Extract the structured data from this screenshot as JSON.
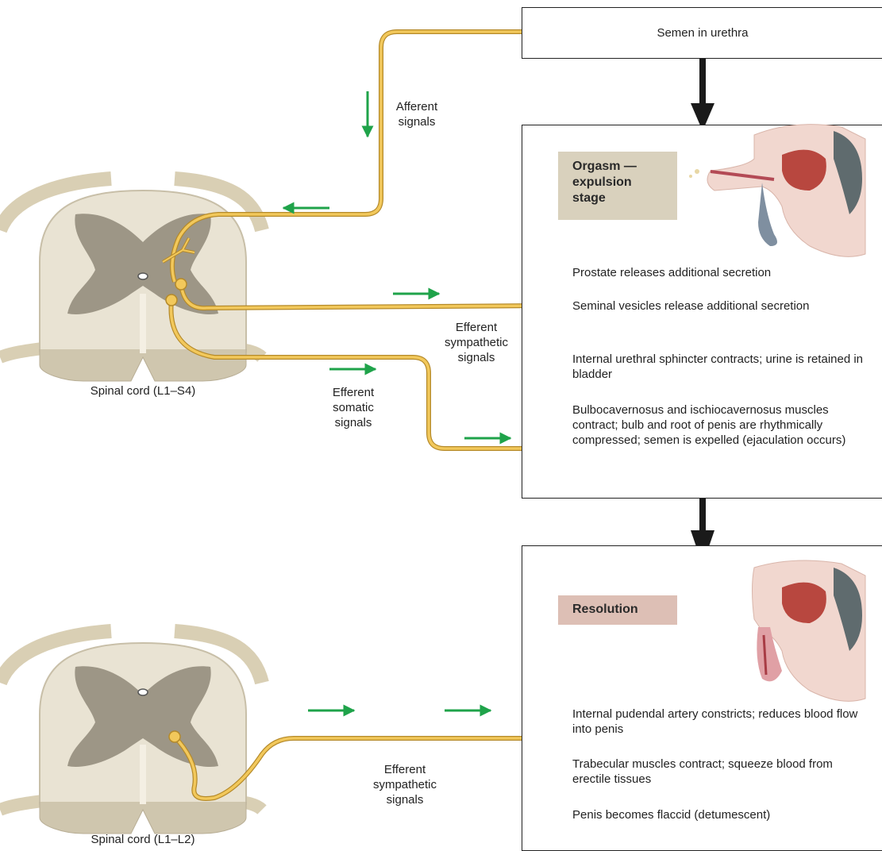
{
  "top_box": {
    "label": "Semen in urethra"
  },
  "orgasm": {
    "stage_label": "Orgasm —\nexpulsion\nstage",
    "effects": [
      "Prostate releases additional secretion",
      "Seminal vesicles release additional secretion",
      "Internal urethral sphincter contracts; urine is retained in bladder",
      "Bulbocavernosus and ischiocavernosus muscles contract; bulb and root of penis are rhythmically compressed; semen is expelled (ejaculation occurs)"
    ]
  },
  "resolution": {
    "stage_label": "Resolution",
    "effects": [
      "Internal pudendal artery constricts; reduces blood flow into penis",
      "Trabecular muscles contract; squeeze blood from erectile tissues",
      "Penis becomes flaccid (detumescent)"
    ]
  },
  "signals": {
    "afferent": "Afferent\nsignals",
    "efferent_sympathetic_1": "Efferent\nsympathetic\nsignals",
    "efferent_somatic": "Efferent\nsomatic\nsignals",
    "efferent_sympathetic_2": "Efferent\nsympathetic\nsignals"
  },
  "spinal_cords": {
    "upper": "Spinal cord (L1–S4)",
    "lower": "Spinal cord (L1–L2)"
  },
  "colors": {
    "nerve": "#f2c85b",
    "nerve_outline": "#b58a2a",
    "arrow_green": "#1fa34a",
    "stage1_bg": "#d9d1bd",
    "stage2_bg": "#ddbfb5",
    "cord_white": "#e9e3d3",
    "cord_gray": "#8f8878"
  }
}
